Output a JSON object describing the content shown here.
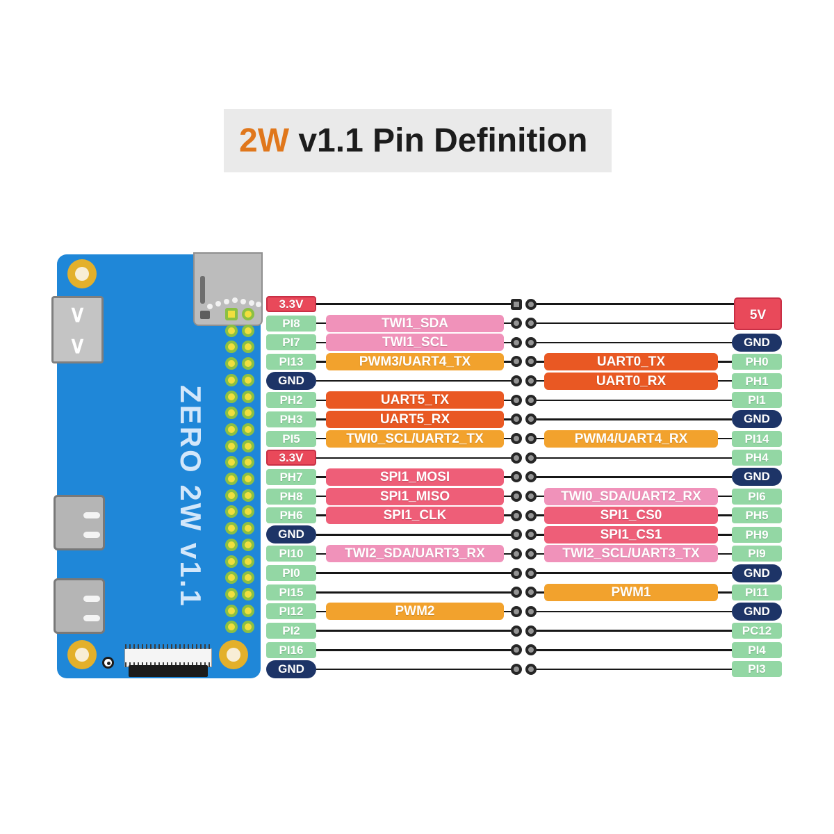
{
  "title": {
    "highlight": "2W",
    "rest": " v1.1 Pin Definition"
  },
  "board": {
    "label": "ZERO 2W v1.1"
  },
  "palette": {
    "board_blue": "#1f87d8",
    "pin_green": "#93d7a4",
    "power_red": "#e9495a",
    "gnd_navy": "#1d3467",
    "pink": "#f092ba",
    "rose": "#ee5e78",
    "orangered": "#e95823",
    "amber": "#f2a22d",
    "title_accent": "#e0771c",
    "banner_gray": "#eaeaea"
  },
  "pinout": {
    "left_rows": [
      {
        "pin": "3.3V",
        "type": "red",
        "func": null,
        "func_color": null
      },
      {
        "pin": "PI8",
        "type": "green",
        "func": "TWI1_SDA",
        "func_color": "pink"
      },
      {
        "pin": "PI7",
        "type": "green",
        "func": "TWI1_SCL",
        "func_color": "pink"
      },
      {
        "pin": "PI13",
        "type": "green",
        "func": "PWM3/UART4_TX",
        "func_color": "amber"
      },
      {
        "pin": "GND",
        "type": "gnd",
        "func": null,
        "func_color": null
      },
      {
        "pin": "PH2",
        "type": "green",
        "func": "UART5_TX",
        "func_color": "orangered"
      },
      {
        "pin": "PH3",
        "type": "green",
        "func": "UART5_RX",
        "func_color": "orangered"
      },
      {
        "pin": "PI5",
        "type": "green",
        "func": "TWI0_SCL/UART2_TX",
        "func_color": "amber"
      },
      {
        "pin": "3.3V",
        "type": "red",
        "func": null,
        "func_color": null
      },
      {
        "pin": "PH7",
        "type": "green",
        "func": "SPI1_MOSI",
        "func_color": "rose"
      },
      {
        "pin": "PH8",
        "type": "green",
        "func": "SPI1_MISO",
        "func_color": "rose"
      },
      {
        "pin": "PH6",
        "type": "green",
        "func": "SPI1_CLK",
        "func_color": "rose"
      },
      {
        "pin": "GND",
        "type": "gnd",
        "func": null,
        "func_color": null
      },
      {
        "pin": "PI10",
        "type": "green",
        "func": "TWI2_SDA/UART3_RX",
        "func_color": "pink"
      },
      {
        "pin": "PI0",
        "type": "green",
        "func": null,
        "func_color": null
      },
      {
        "pin": "PI15",
        "type": "green",
        "func": null,
        "func_color": null
      },
      {
        "pin": "PI12",
        "type": "green",
        "func": "PWM2",
        "func_color": "amber"
      },
      {
        "pin": "PI2",
        "type": "green",
        "func": null,
        "func_color": null
      },
      {
        "pin": "PI16",
        "type": "green",
        "func": null,
        "func_color": null
      },
      {
        "pin": "GND",
        "type": "gnd",
        "func": null,
        "func_color": null
      }
    ],
    "right_rows": [
      {
        "pin": "5V",
        "type": "red",
        "span": 2,
        "func": null,
        "func_color": null
      },
      null,
      {
        "pin": "GND",
        "type": "gnd",
        "func": null,
        "func_color": null
      },
      {
        "pin": "PH0",
        "type": "green",
        "func": "UART0_TX",
        "func_color": "orangered"
      },
      {
        "pin": "PH1",
        "type": "green",
        "func": "UART0_RX",
        "func_color": "orangered"
      },
      {
        "pin": "PI1",
        "type": "green",
        "func": null,
        "func_color": null
      },
      {
        "pin": "GND",
        "type": "gnd",
        "func": null,
        "func_color": null
      },
      {
        "pin": "PI14",
        "type": "green",
        "func": "PWM4/UART4_RX",
        "func_color": "amber"
      },
      {
        "pin": "PH4",
        "type": "green",
        "func": null,
        "func_color": null
      },
      {
        "pin": "GND",
        "type": "gnd",
        "func": null,
        "func_color": null
      },
      {
        "pin": "PI6",
        "type": "green",
        "func": "TWI0_SDA/UART2_RX",
        "func_color": "pink"
      },
      {
        "pin": "PH5",
        "type": "green",
        "func": "SPI1_CS0",
        "func_color": "rose"
      },
      {
        "pin": "PH9",
        "type": "green",
        "func": "SPI1_CS1",
        "func_color": "rose"
      },
      {
        "pin": "PI9",
        "type": "green",
        "func": "TWI2_SCL/UART3_TX",
        "func_color": "pink"
      },
      {
        "pin": "GND",
        "type": "gnd",
        "func": null,
        "func_color": null
      },
      {
        "pin": "PI11",
        "type": "green",
        "func": "PWM1",
        "func_color": "amber"
      },
      {
        "pin": "GND",
        "type": "gnd",
        "func": null,
        "func_color": null
      },
      {
        "pin": "PC12",
        "type": "green",
        "func": null,
        "func_color": null
      },
      {
        "pin": "PI4",
        "type": "green",
        "func": null,
        "func_color": null
      },
      {
        "pin": "PI3",
        "type": "green",
        "func": null,
        "func_color": null
      }
    ]
  }
}
